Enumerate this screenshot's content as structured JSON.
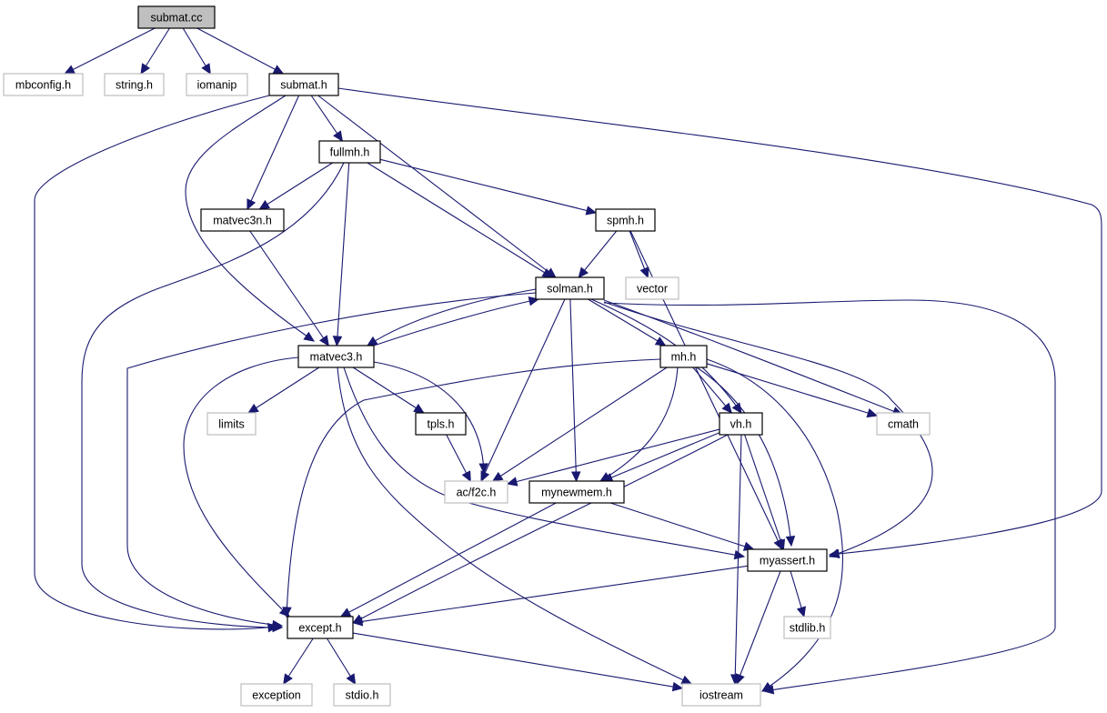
{
  "diagram": {
    "title": "Include dependency graph for submat.cc",
    "colors": {
      "edge": "#191970",
      "root_fill": "#bfbfbf",
      "root_border": "#000000",
      "project_border": "#000000",
      "system_border": "#bfbfbf",
      "node_fill": "#ffffff"
    },
    "nodes": [
      {
        "id": "submat_cc",
        "label": "submat.cc",
        "kind": "root"
      },
      {
        "id": "mbconfig_h",
        "label": "mbconfig.h",
        "kind": "system"
      },
      {
        "id": "string_h",
        "label": "string.h",
        "kind": "system"
      },
      {
        "id": "iomanip",
        "label": "iomanip",
        "kind": "system"
      },
      {
        "id": "submat_h",
        "label": "submat.h",
        "kind": "project"
      },
      {
        "id": "fullmh_h",
        "label": "fullmh.h",
        "kind": "project"
      },
      {
        "id": "matvec3n_h",
        "label": "matvec3n.h",
        "kind": "project"
      },
      {
        "id": "spmh_h",
        "label": "spmh.h",
        "kind": "project"
      },
      {
        "id": "solman_h",
        "label": "solman.h",
        "kind": "project"
      },
      {
        "id": "vector",
        "label": "vector",
        "kind": "system"
      },
      {
        "id": "matvec3_h",
        "label": "matvec3.h",
        "kind": "project"
      },
      {
        "id": "mh_h",
        "label": "mh.h",
        "kind": "project"
      },
      {
        "id": "limits",
        "label": "limits",
        "kind": "system"
      },
      {
        "id": "tpls_h",
        "label": "tpls.h",
        "kind": "project"
      },
      {
        "id": "vh_h",
        "label": "vh.h",
        "kind": "project"
      },
      {
        "id": "cmath",
        "label": "cmath",
        "kind": "system"
      },
      {
        "id": "acf2c_h",
        "label": "ac/f2c.h",
        "kind": "system"
      },
      {
        "id": "mynewmem_h",
        "label": "mynewmem.h",
        "kind": "project"
      },
      {
        "id": "myassert_h",
        "label": "myassert.h",
        "kind": "project"
      },
      {
        "id": "except_h",
        "label": "except.h",
        "kind": "project"
      },
      {
        "id": "stdlib_h",
        "label": "stdlib.h",
        "kind": "system"
      },
      {
        "id": "exception",
        "label": "exception",
        "kind": "system"
      },
      {
        "id": "stdio_h",
        "label": "stdio.h",
        "kind": "system"
      },
      {
        "id": "iostream",
        "label": "iostream",
        "kind": "system"
      }
    ],
    "edges": [
      {
        "from": "submat_cc",
        "to": "mbconfig_h"
      },
      {
        "from": "submat_cc",
        "to": "string_h"
      },
      {
        "from": "submat_cc",
        "to": "iomanip"
      },
      {
        "from": "submat_cc",
        "to": "submat_h"
      },
      {
        "from": "submat_h",
        "to": "fullmh_h"
      },
      {
        "from": "submat_h",
        "to": "matvec3n_h"
      },
      {
        "from": "submat_h",
        "to": "matvec3_h"
      },
      {
        "from": "submat_h",
        "to": "solman_h"
      },
      {
        "from": "submat_h",
        "to": "except_h"
      },
      {
        "from": "submat_h",
        "to": "myassert_h"
      },
      {
        "from": "fullmh_h",
        "to": "matvec3n_h"
      },
      {
        "from": "fullmh_h",
        "to": "matvec3_h"
      },
      {
        "from": "fullmh_h",
        "to": "spmh_h"
      },
      {
        "from": "fullmh_h",
        "to": "solman_h"
      },
      {
        "from": "fullmh_h",
        "to": "except_h"
      },
      {
        "from": "matvec3n_h",
        "to": "matvec3_h"
      },
      {
        "from": "spmh_h",
        "to": "solman_h"
      },
      {
        "from": "spmh_h",
        "to": "vector"
      },
      {
        "from": "spmh_h",
        "to": "myassert_h"
      },
      {
        "from": "solman_h",
        "to": "matvec3_h"
      },
      {
        "from": "solman_h",
        "to": "mh_h"
      },
      {
        "from": "solman_h",
        "to": "vh_h"
      },
      {
        "from": "solman_h",
        "to": "cmath"
      },
      {
        "from": "solman_h",
        "to": "acf2c_h"
      },
      {
        "from": "solman_h",
        "to": "mynewmem_h"
      },
      {
        "from": "solman_h",
        "to": "myassert_h"
      },
      {
        "from": "solman_h",
        "to": "except_h"
      },
      {
        "from": "solman_h",
        "to": "iostream"
      },
      {
        "from": "matvec3_h",
        "to": "solman_h"
      },
      {
        "from": "matvec3_h",
        "to": "limits"
      },
      {
        "from": "matvec3_h",
        "to": "tpls_h"
      },
      {
        "from": "matvec3_h",
        "to": "acf2c_h"
      },
      {
        "from": "matvec3_h",
        "to": "except_h"
      },
      {
        "from": "matvec3_h",
        "to": "myassert_h"
      },
      {
        "from": "matvec3_h",
        "to": "iostream"
      },
      {
        "from": "tpls_h",
        "to": "acf2c_h"
      },
      {
        "from": "mh_h",
        "to": "vh_h"
      },
      {
        "from": "mh_h",
        "to": "cmath"
      },
      {
        "from": "mh_h",
        "to": "acf2c_h"
      },
      {
        "from": "mh_h",
        "to": "mynewmem_h"
      },
      {
        "from": "mh_h",
        "to": "myassert_h"
      },
      {
        "from": "mh_h",
        "to": "except_h"
      },
      {
        "from": "mh_h",
        "to": "iostream"
      },
      {
        "from": "vh_h",
        "to": "acf2c_h"
      },
      {
        "from": "vh_h",
        "to": "mynewmem_h"
      },
      {
        "from": "vh_h",
        "to": "myassert_h"
      },
      {
        "from": "vh_h",
        "to": "except_h"
      },
      {
        "from": "vh_h",
        "to": "iostream"
      },
      {
        "from": "mynewmem_h",
        "to": "myassert_h"
      },
      {
        "from": "mynewmem_h",
        "to": "except_h"
      },
      {
        "from": "myassert_h",
        "to": "except_h"
      },
      {
        "from": "myassert_h",
        "to": "stdlib_h"
      },
      {
        "from": "myassert_h",
        "to": "iostream"
      },
      {
        "from": "except_h",
        "to": "exception"
      },
      {
        "from": "except_h",
        "to": "stdio_h"
      },
      {
        "from": "except_h",
        "to": "iostream"
      }
    ]
  }
}
